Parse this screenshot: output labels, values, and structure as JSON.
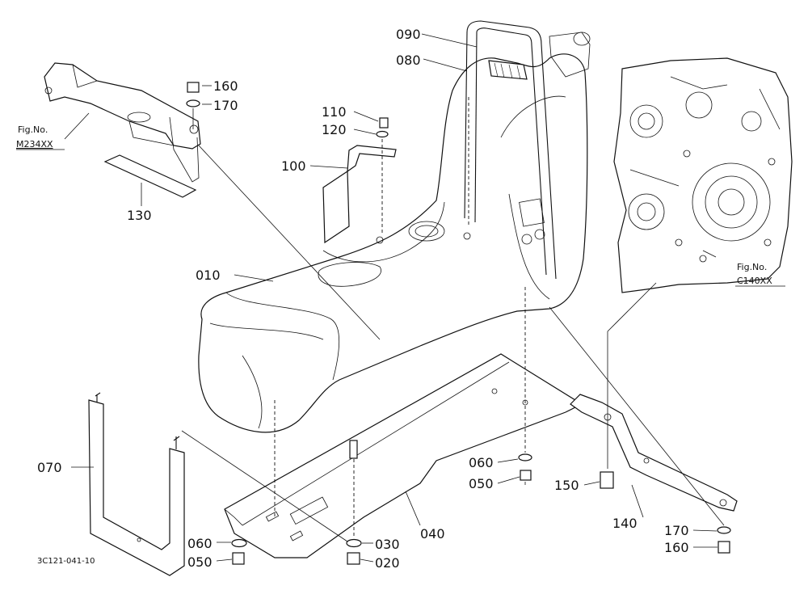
{
  "parts": {
    "p010": "010",
    "p020": "020",
    "p030": "030",
    "p040": "040",
    "p050a": "050",
    "p050b": "050",
    "p060a": "060",
    "p060b": "060",
    "p070": "070",
    "p080": "080",
    "p090": "090",
    "p100": "100",
    "p110": "110",
    "p120": "120",
    "p130": "130",
    "p140": "140",
    "p150": "150",
    "p160a": "160",
    "p160b": "160",
    "p170a": "170",
    "p170b": "170"
  },
  "refs": {
    "fig_label": "Fig.No.",
    "ref_left": "M234XX",
    "ref_right": "C140XX"
  },
  "drawing_code": "3C121-041-10"
}
